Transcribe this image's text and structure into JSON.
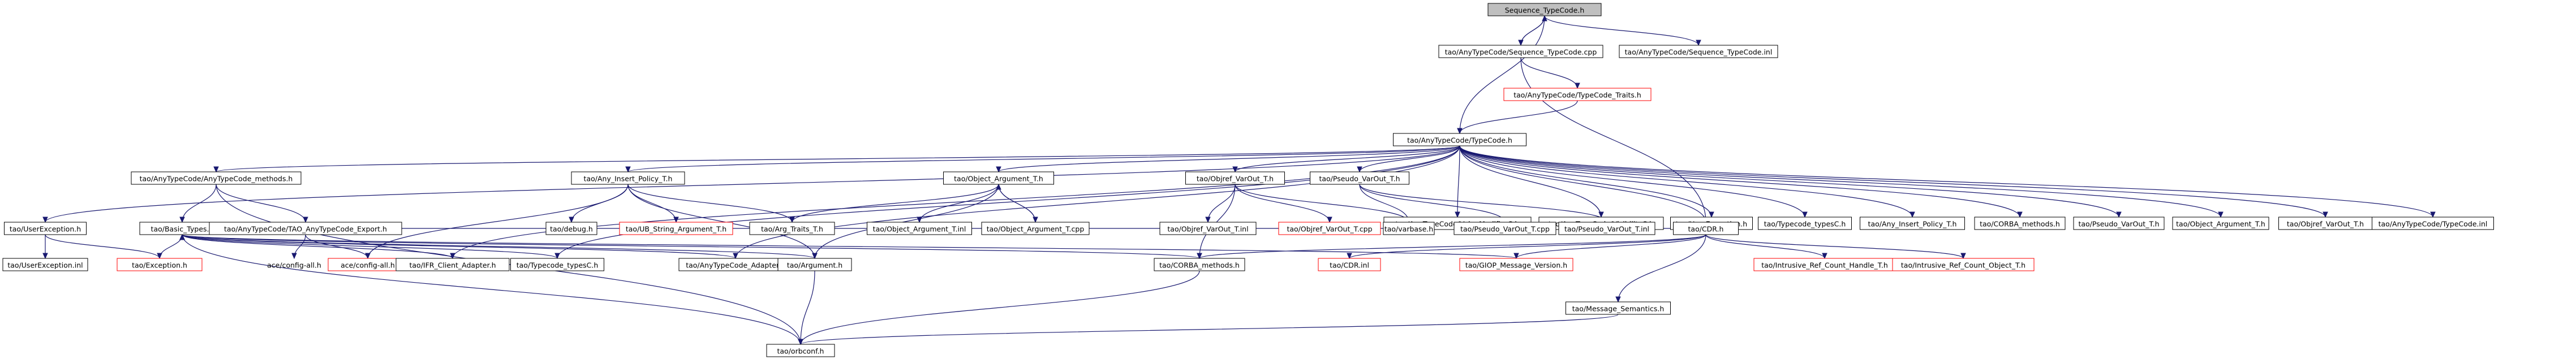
{
  "graph": {
    "root": "Sequence_TypeCode.h",
    "nodes": {
      "root": {
        "label": "Sequence_TypeCode.h",
        "kind": "root"
      },
      "seqcpp": {
        "label": "tao/AnyTypeCode/Sequence_TypeCode.cpp",
        "kind": "normal"
      },
      "seqinl": {
        "label": "tao/AnyTypeCode/Sequence_TypeCode.inl",
        "kind": "normal"
      },
      "traits": {
        "label": "tao/AnyTypeCode/TypeCode_Traits.h",
        "kind": "missing"
      },
      "tch": {
        "label": "tao/AnyTypeCode/TypeCode.h",
        "kind": "normal"
      },
      "methods": {
        "label": "tao/AnyTypeCode/AnyTypeCode_methods.h",
        "kind": "normal"
      },
      "aip": {
        "label": "tao/Any_Insert_Policy_T.h",
        "kind": "normal"
      },
      "oarg": {
        "label": "tao/Object_Argument_T.h",
        "kind": "normal"
      },
      "ovar": {
        "label": "tao/Objref_VarOut_T.h",
        "kind": "normal"
      },
      "pvar": {
        "label": "tao/Pseudo_VarOut_T.h",
        "kind": "normal"
      },
      "vmc": {
        "label": "tao/AnyTypeCode/ValueModifierC.h",
        "kind": "normal"
      },
      "visc": {
        "label": "tao/AnyTypeCode/VisibilityC.h",
        "kind": "normal"
      },
      "uexc_top": {
        "label": "tao/UserException.h",
        "kind": "normal"
      },
      "tctypes_top": {
        "label": "tao/Typecode_typesC.h",
        "kind": "normal"
      },
      "aip_top": {
        "label": "tao/Any_Insert_Policy_T.h",
        "kind": "normal"
      },
      "cmeth_top": {
        "label": "tao/CORBA_methods.h",
        "kind": "normal"
      },
      "pvar_top": {
        "label": "tao/Pseudo_VarOut_T.h",
        "kind": "normal"
      },
      "oarg_top": {
        "label": "tao/Object_Argument_T.h",
        "kind": "normal"
      },
      "ovar_top": {
        "label": "tao/Objref_VarOut_T.h",
        "kind": "normal"
      },
      "tcinl": {
        "label": "tao/AnyTypeCode/TypeCode.inl",
        "kind": "normal"
      },
      "uexc": {
        "label": "tao/UserException.h",
        "kind": "normal"
      },
      "btypes": {
        "label": "tao/Basic_Types.h",
        "kind": "normal"
      },
      "export": {
        "label": "tao/AnyTypeCode/TAO_AnyTypeCode_Export.h",
        "kind": "normal"
      },
      "debug": {
        "label": "tao/debug.h",
        "kind": "normal"
      },
      "uib": {
        "label": "tao/UB_String_Argument_T.h",
        "kind": "missing"
      },
      "argtraits": {
        "label": "tao/Arg_Traits_T.h",
        "kind": "normal"
      },
      "oarginl": {
        "label": "tao/Object_Argument_T.inl",
        "kind": "normal"
      },
      "oargcpp": {
        "label": "tao/Object_Argument_T.cpp",
        "kind": "normal"
      },
      "ovarinl": {
        "label": "tao/Objref_VarOut_T.inl",
        "kind": "normal"
      },
      "ovarcpp": {
        "label": "tao/Objref_VarOut_T.cpp",
        "kind": "missing"
      },
      "varbase": {
        "label": "tao/varbase.h",
        "kind": "normal"
      },
      "pvarcpp": {
        "label": "tao/Pseudo_VarOut_T.cpp",
        "kind": "normal"
      },
      "pvarinl": {
        "label": "tao/Pseudo_VarOut_T.inl",
        "kind": "normal"
      },
      "cdrh": {
        "label": "tao/CDR.h",
        "kind": "normal"
      },
      "uexcinl": {
        "label": "tao/UserException.inl",
        "kind": "normal"
      },
      "exception": {
        "label": "tao/Exception.h",
        "kind": "missing"
      },
      "cfg1": {
        "label": "ace/config-all.h",
        "kind": "plain"
      },
      "cfg2": {
        "label": "ace/config-all.h",
        "kind": "missing"
      },
      "ifr": {
        "label": "tao/IFR_Client_Adapter.h",
        "kind": "normal"
      },
      "tctypesc": {
        "label": "tao/Typecode_typesC.h",
        "kind": "normal"
      },
      "tcadapter": {
        "label": "tao/AnyTypeCode_Adapter.h",
        "kind": "normal"
      },
      "argument": {
        "label": "tao/Argument.h",
        "kind": "normal"
      },
      "cmeth": {
        "label": "tao/CORBA_methods.h",
        "kind": "normal"
      },
      "cdrinl": {
        "label": "tao/CDR.inl",
        "kind": "missing"
      },
      "giop": {
        "label": "tao/GIOP_Message_Version.h",
        "kind": "missing"
      },
      "intrh": {
        "label": "tao/Intrusive_Ref_Count_Handle_T.h",
        "kind": "missing"
      },
      "intro": {
        "label": "tao/Intrusive_Ref_Count_Object_T.h",
        "kind": "missing"
      },
      "msgsem": {
        "label": "tao/Message_Semantics.h",
        "kind": "normal"
      },
      "orbconf": {
        "label": "tao/orbconf.h",
        "kind": "normal"
      }
    }
  }
}
